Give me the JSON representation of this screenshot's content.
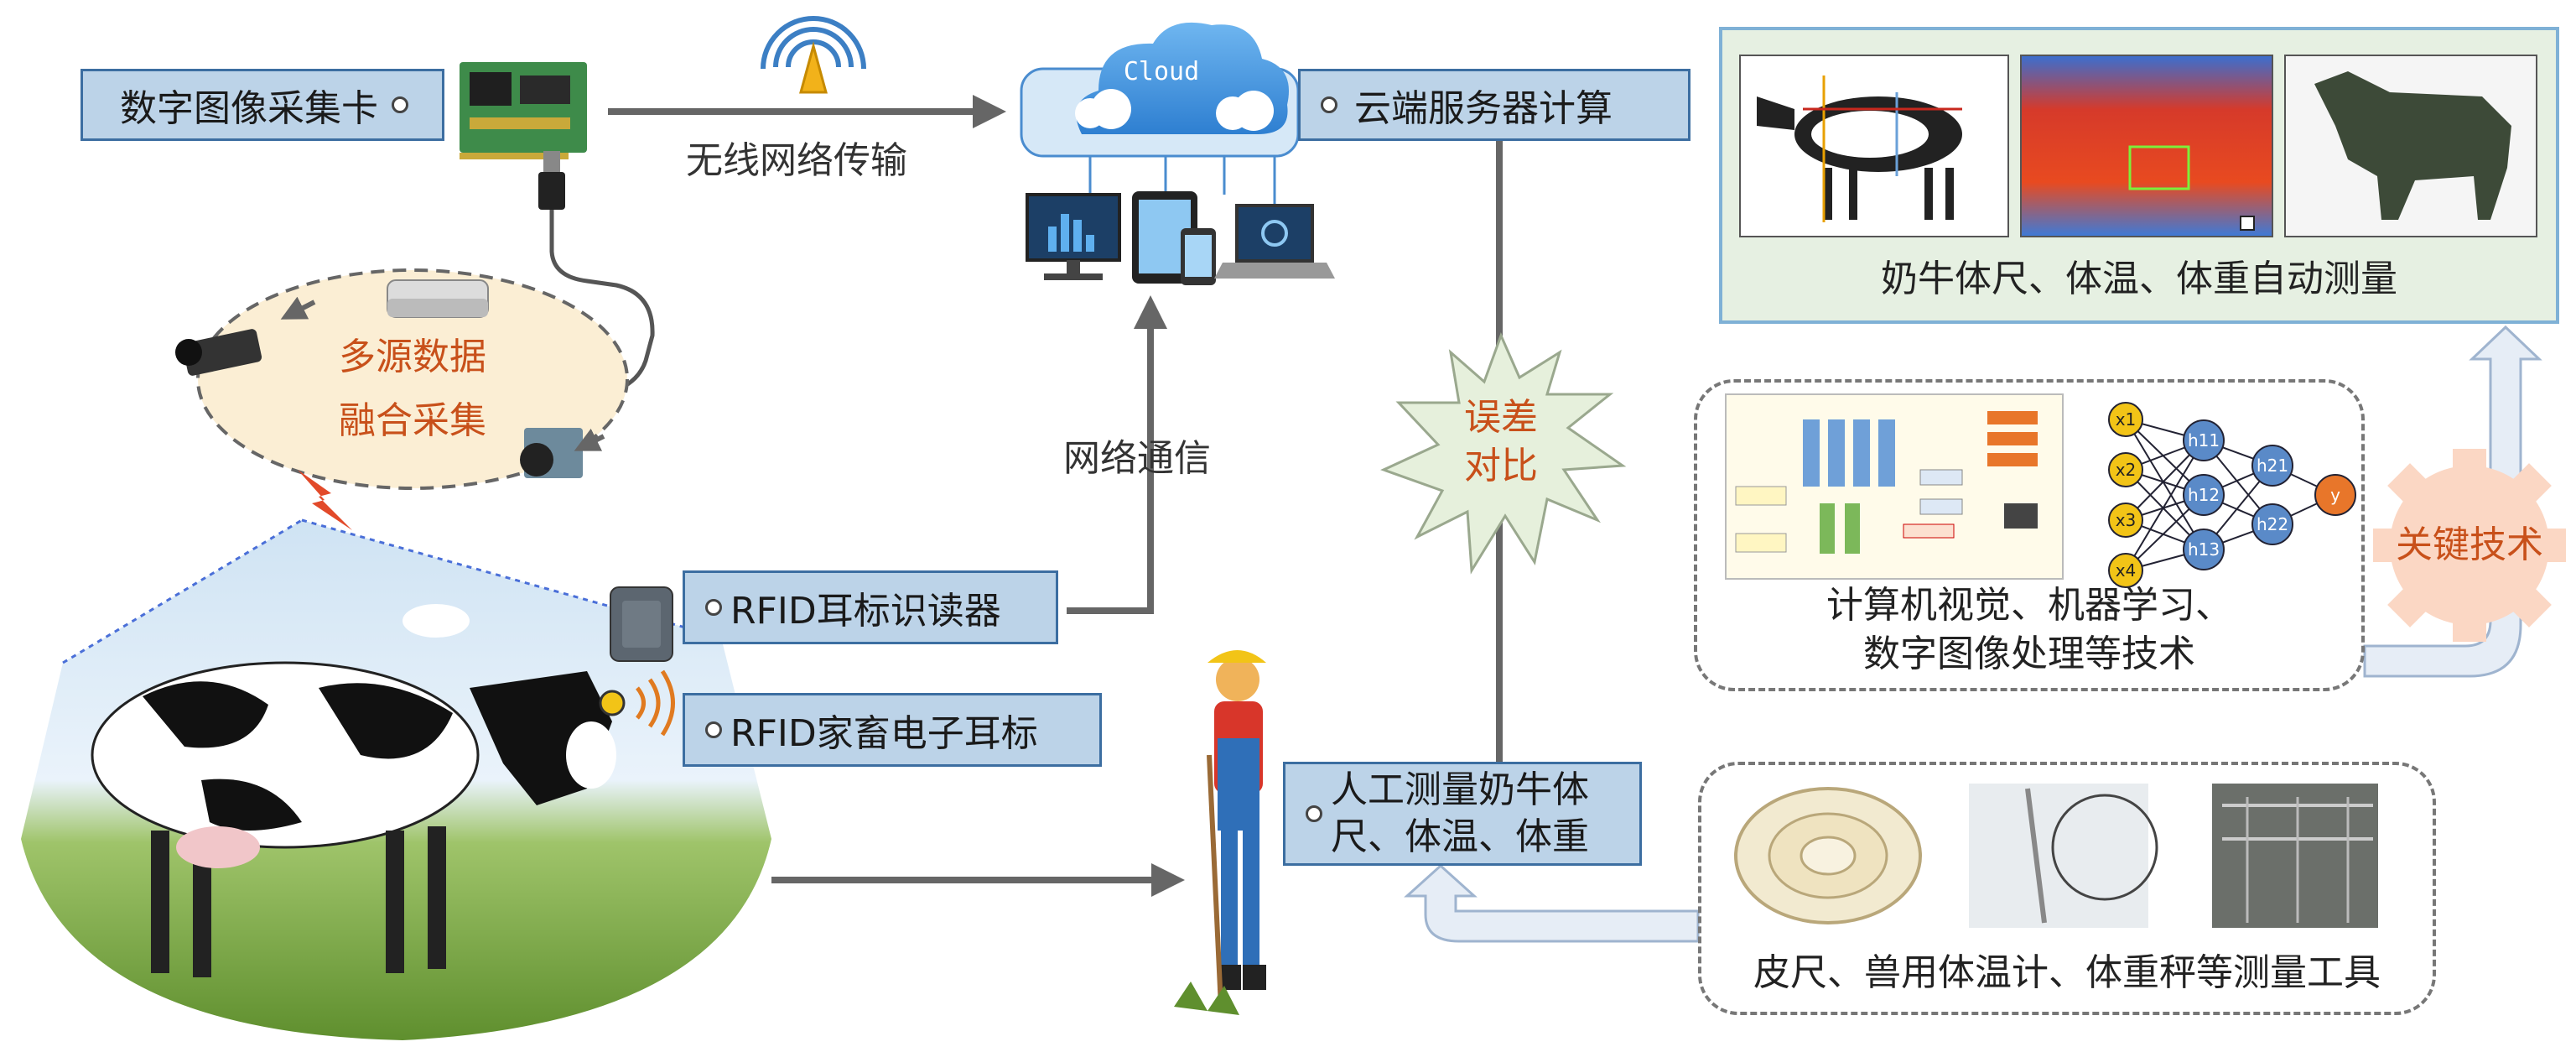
{
  "labels": {
    "capture_card": "数字图像采集卡",
    "wireless": "无线网络传输",
    "cloud": "Cloud",
    "cloud_compute": "云端服务器计算",
    "auto_measure": "奶牛体尺、体温、体重自动测量",
    "multi_source_1": "多源数据",
    "multi_source_2": "融合采集",
    "network_comm": "网络通信",
    "error_1": "误差",
    "error_2": "对比",
    "rfid_reader": "RFID耳标识读器",
    "rfid_tag": "RFID家畜电子耳标",
    "key_tech": "关键技术",
    "tech_1": "计算机视觉、机器学习、",
    "tech_2": "数字图像处理等技术",
    "manual_1": "人工测量奶牛体",
    "manual_2": "尺、体温、体重",
    "tools": "皮尺、兽用体温计、体重秤等测量工具"
  },
  "nn_nodes": [
    "x1",
    "x2",
    "x3",
    "x4",
    "h11",
    "h12",
    "h13",
    "h21",
    "h22",
    "y"
  ],
  "colors": {
    "tag_fill": "#bcd3e8",
    "tag_border": "#3c6ea1",
    "arrow": "#666666",
    "highlight_orange": "#c8501a",
    "burst_fill": "#e6f0dc",
    "nn_input": "#f2c417",
    "nn_hidden": "#5a8ac8",
    "nn_output": "#e8762a"
  },
  "icons": [
    "wifi-icon",
    "cloud-icon",
    "monitor-icon",
    "tablet-icon",
    "phone-icon",
    "laptop-icon",
    "capture-card-icon",
    "usb-cable-icon",
    "thermal-camera-icon",
    "rgb-camera-icon",
    "depth-camera-icon",
    "rfid-reader-icon",
    "ear-tag-icon",
    "lightning-icon",
    "cow-illustration",
    "farmer-illustration",
    "gear-icon"
  ]
}
